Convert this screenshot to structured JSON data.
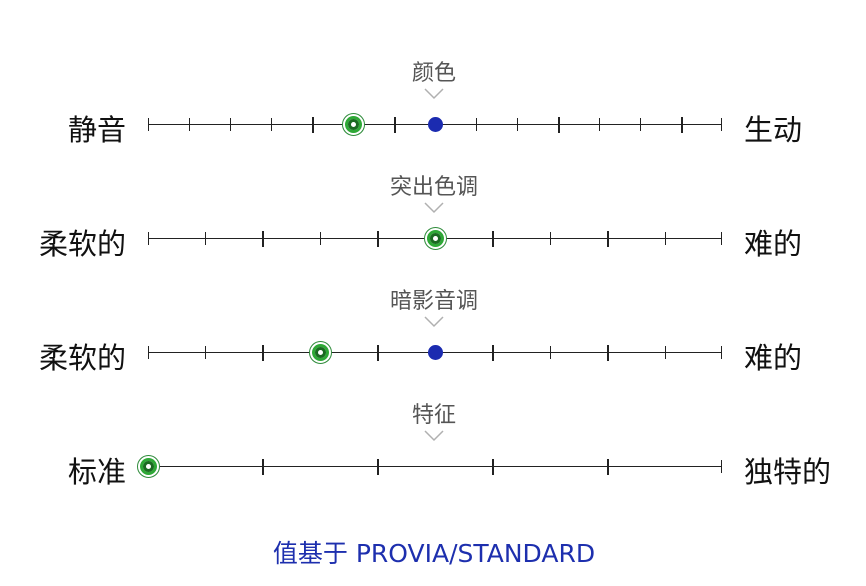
{
  "colors": {
    "default_marker": "#1b2bb0",
    "current_marker": "#2ea836",
    "footer_text": "#1d2fae"
  },
  "sliders": [
    {
      "caption": "颜色",
      "left_label": "静音",
      "right_label": "生动",
      "steps": 14,
      "major_ticks": [
        4,
        6,
        10,
        13
      ],
      "default_step": 7,
      "current_step": 5
    },
    {
      "caption": "突出色调",
      "left_label": "柔软的",
      "right_label": "难的",
      "steps": 10,
      "major_ticks": [
        2,
        4,
        6,
        8
      ],
      "default_step": 5,
      "current_step": 5
    },
    {
      "caption": "暗影音调",
      "left_label": "柔软的",
      "right_label": "难的",
      "steps": 10,
      "major_ticks": [
        2,
        4,
        6,
        8
      ],
      "default_step": 5,
      "current_step": 3
    },
    {
      "caption": "特征",
      "left_label": "标准",
      "right_label": "独特的",
      "steps": 5,
      "major_ticks": [
        1,
        2,
        3,
        4
      ],
      "default_step": null,
      "current_step": 0
    }
  ],
  "footer": {
    "text": "值基于 PROVIA/STANDARD"
  }
}
